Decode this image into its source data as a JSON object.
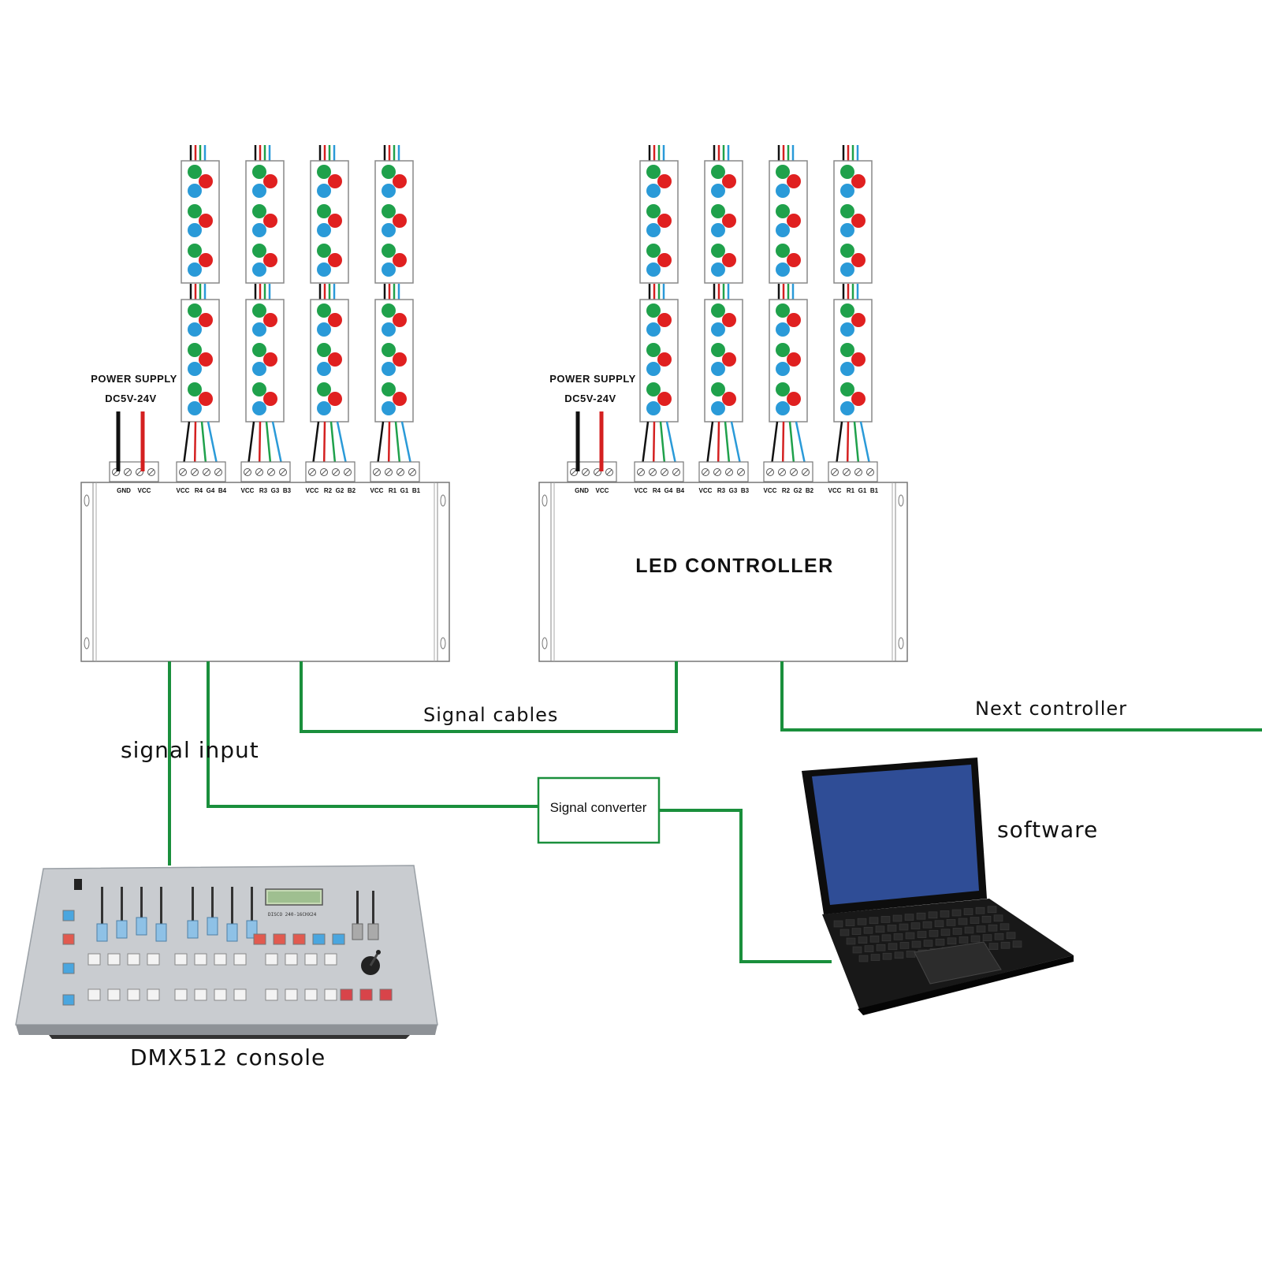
{
  "power_supply": {
    "label": "POWER SUPPLY",
    "voltage": "DC5V-24V"
  },
  "controller_left": {
    "terminal_labels": [
      [
        "GND",
        "VCC"
      ],
      [
        "VCC",
        "R4",
        "G4",
        "B4"
      ],
      [
        "VCC",
        "R3",
        "G3",
        "B3"
      ],
      [
        "VCC",
        "R2",
        "G2",
        "B2"
      ],
      [
        "VCC",
        "R1",
        "G1",
        "B1"
      ]
    ]
  },
  "controller_right": {
    "title": "LED CONTROLLER",
    "terminal_labels": [
      [
        "GND",
        "VCC"
      ],
      [
        "VCC",
        "R4",
        "G4",
        "B4"
      ],
      [
        "VCC",
        "R3",
        "G3",
        "B3"
      ],
      [
        "VCC",
        "R2",
        "G2",
        "B2"
      ],
      [
        "VCC",
        "R1",
        "G1",
        "B1"
      ]
    ]
  },
  "labels": {
    "signal_cables": "Signal  cables",
    "next_controller": "Next   controller",
    "signal_input": "signal input",
    "signal_converter": "Signal converter",
    "software": "software",
    "console": "DMX512 console"
  },
  "console": {
    "lcd_text": "DISCO 240-16CHX24"
  },
  "colors": {
    "cable": "#1a8f3c",
    "led_green": "#1fa14b",
    "led_blue": "#2a9ad8",
    "led_red": "#e02020",
    "wire_black": "#111111",
    "wire_red": "#d42020",
    "laptop_screen": "#2f4d96"
  },
  "icons": {
    "console": "dmx-console-icon",
    "laptop": "laptop-icon"
  }
}
